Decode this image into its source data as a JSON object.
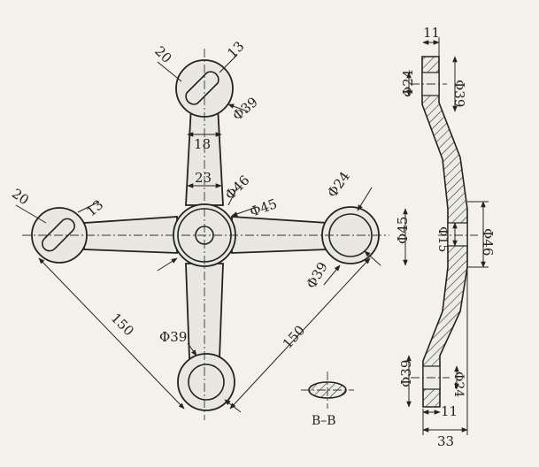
{
  "drawing": {
    "front_view": {
      "top_hub": {
        "label_a": "20",
        "label_b": "13",
        "label_c": "Φ39"
      },
      "arm_width_top": "18",
      "center_hub": {
        "label_a": "23",
        "label_b": "Φ46",
        "label_c": "Φ45"
      },
      "left_hub": {
        "label_a": "20",
        "label_b": "13"
      },
      "right_hub": {
        "label_a": "Φ24",
        "label_b": "Φ39"
      },
      "bottom_hub": {
        "label_a": "Φ39"
      },
      "span_left": "150",
      "span_right": "150"
    },
    "section": {
      "label": "B–B"
    },
    "side_view": {
      "top_thickness": "11",
      "top_bore": "Φ24",
      "top_boss": "Φ39",
      "center_left": "Φ45",
      "center_inner": "Φ15",
      "center_right": "Φ46",
      "bottom_boss": "Φ39",
      "bottom_bore": "Φ24",
      "bottom_thickness": "11",
      "overall_depth": "33"
    }
  }
}
